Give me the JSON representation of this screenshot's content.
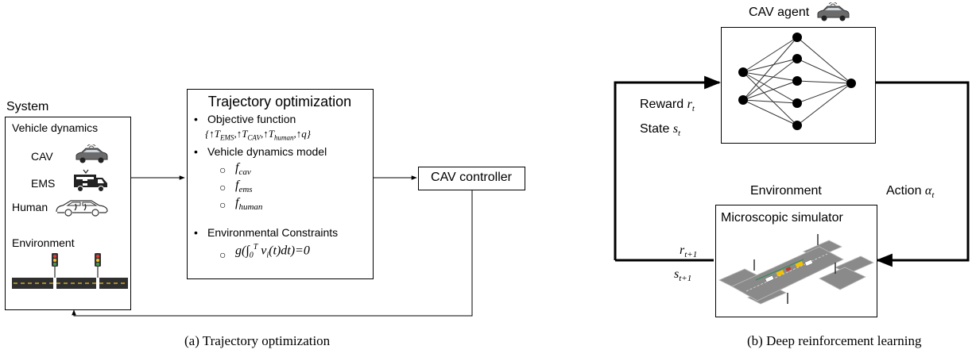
{
  "panel_a": {
    "system_label": "System",
    "vehicle_dynamics_label": "Vehicle dynamics",
    "vehicles": [
      {
        "label": "CAV",
        "icon": "car-icon"
      },
      {
        "label": "EMS",
        "icon": "ambulance-icon"
      },
      {
        "label": "Human",
        "icon": "sketch-car-icon"
      }
    ],
    "environment_label": "Environment",
    "trajectory_title": "Trajectory optimization",
    "bullet_objective": "Objective function",
    "objective_formula": "{↑T_EMS,↑T_CAV,↑T_human,↑q}",
    "bullet_dynamics": "Vehicle dynamics model",
    "dynamics_items": [
      "f_cav",
      "f_ems",
      "f_human"
    ],
    "bullet_constraints": "Environmental Constraints",
    "constraint_formula": "g(∫_0^T v_i(t)dt)=0",
    "controller_label": "CAV controller",
    "caption": "(a) Trajectory optimization"
  },
  "panel_b": {
    "agent_label": "CAV agent",
    "reward_label": "Reward r_t",
    "state_label": "State s_t",
    "environment_label": "Environment",
    "action_label": "Action α_t",
    "simulator_label": "Microscopic simulator",
    "r_next": "r_{t+1}",
    "s_next": "s_{t+1}",
    "caption": "(b) Deep reinforcement learning"
  }
}
